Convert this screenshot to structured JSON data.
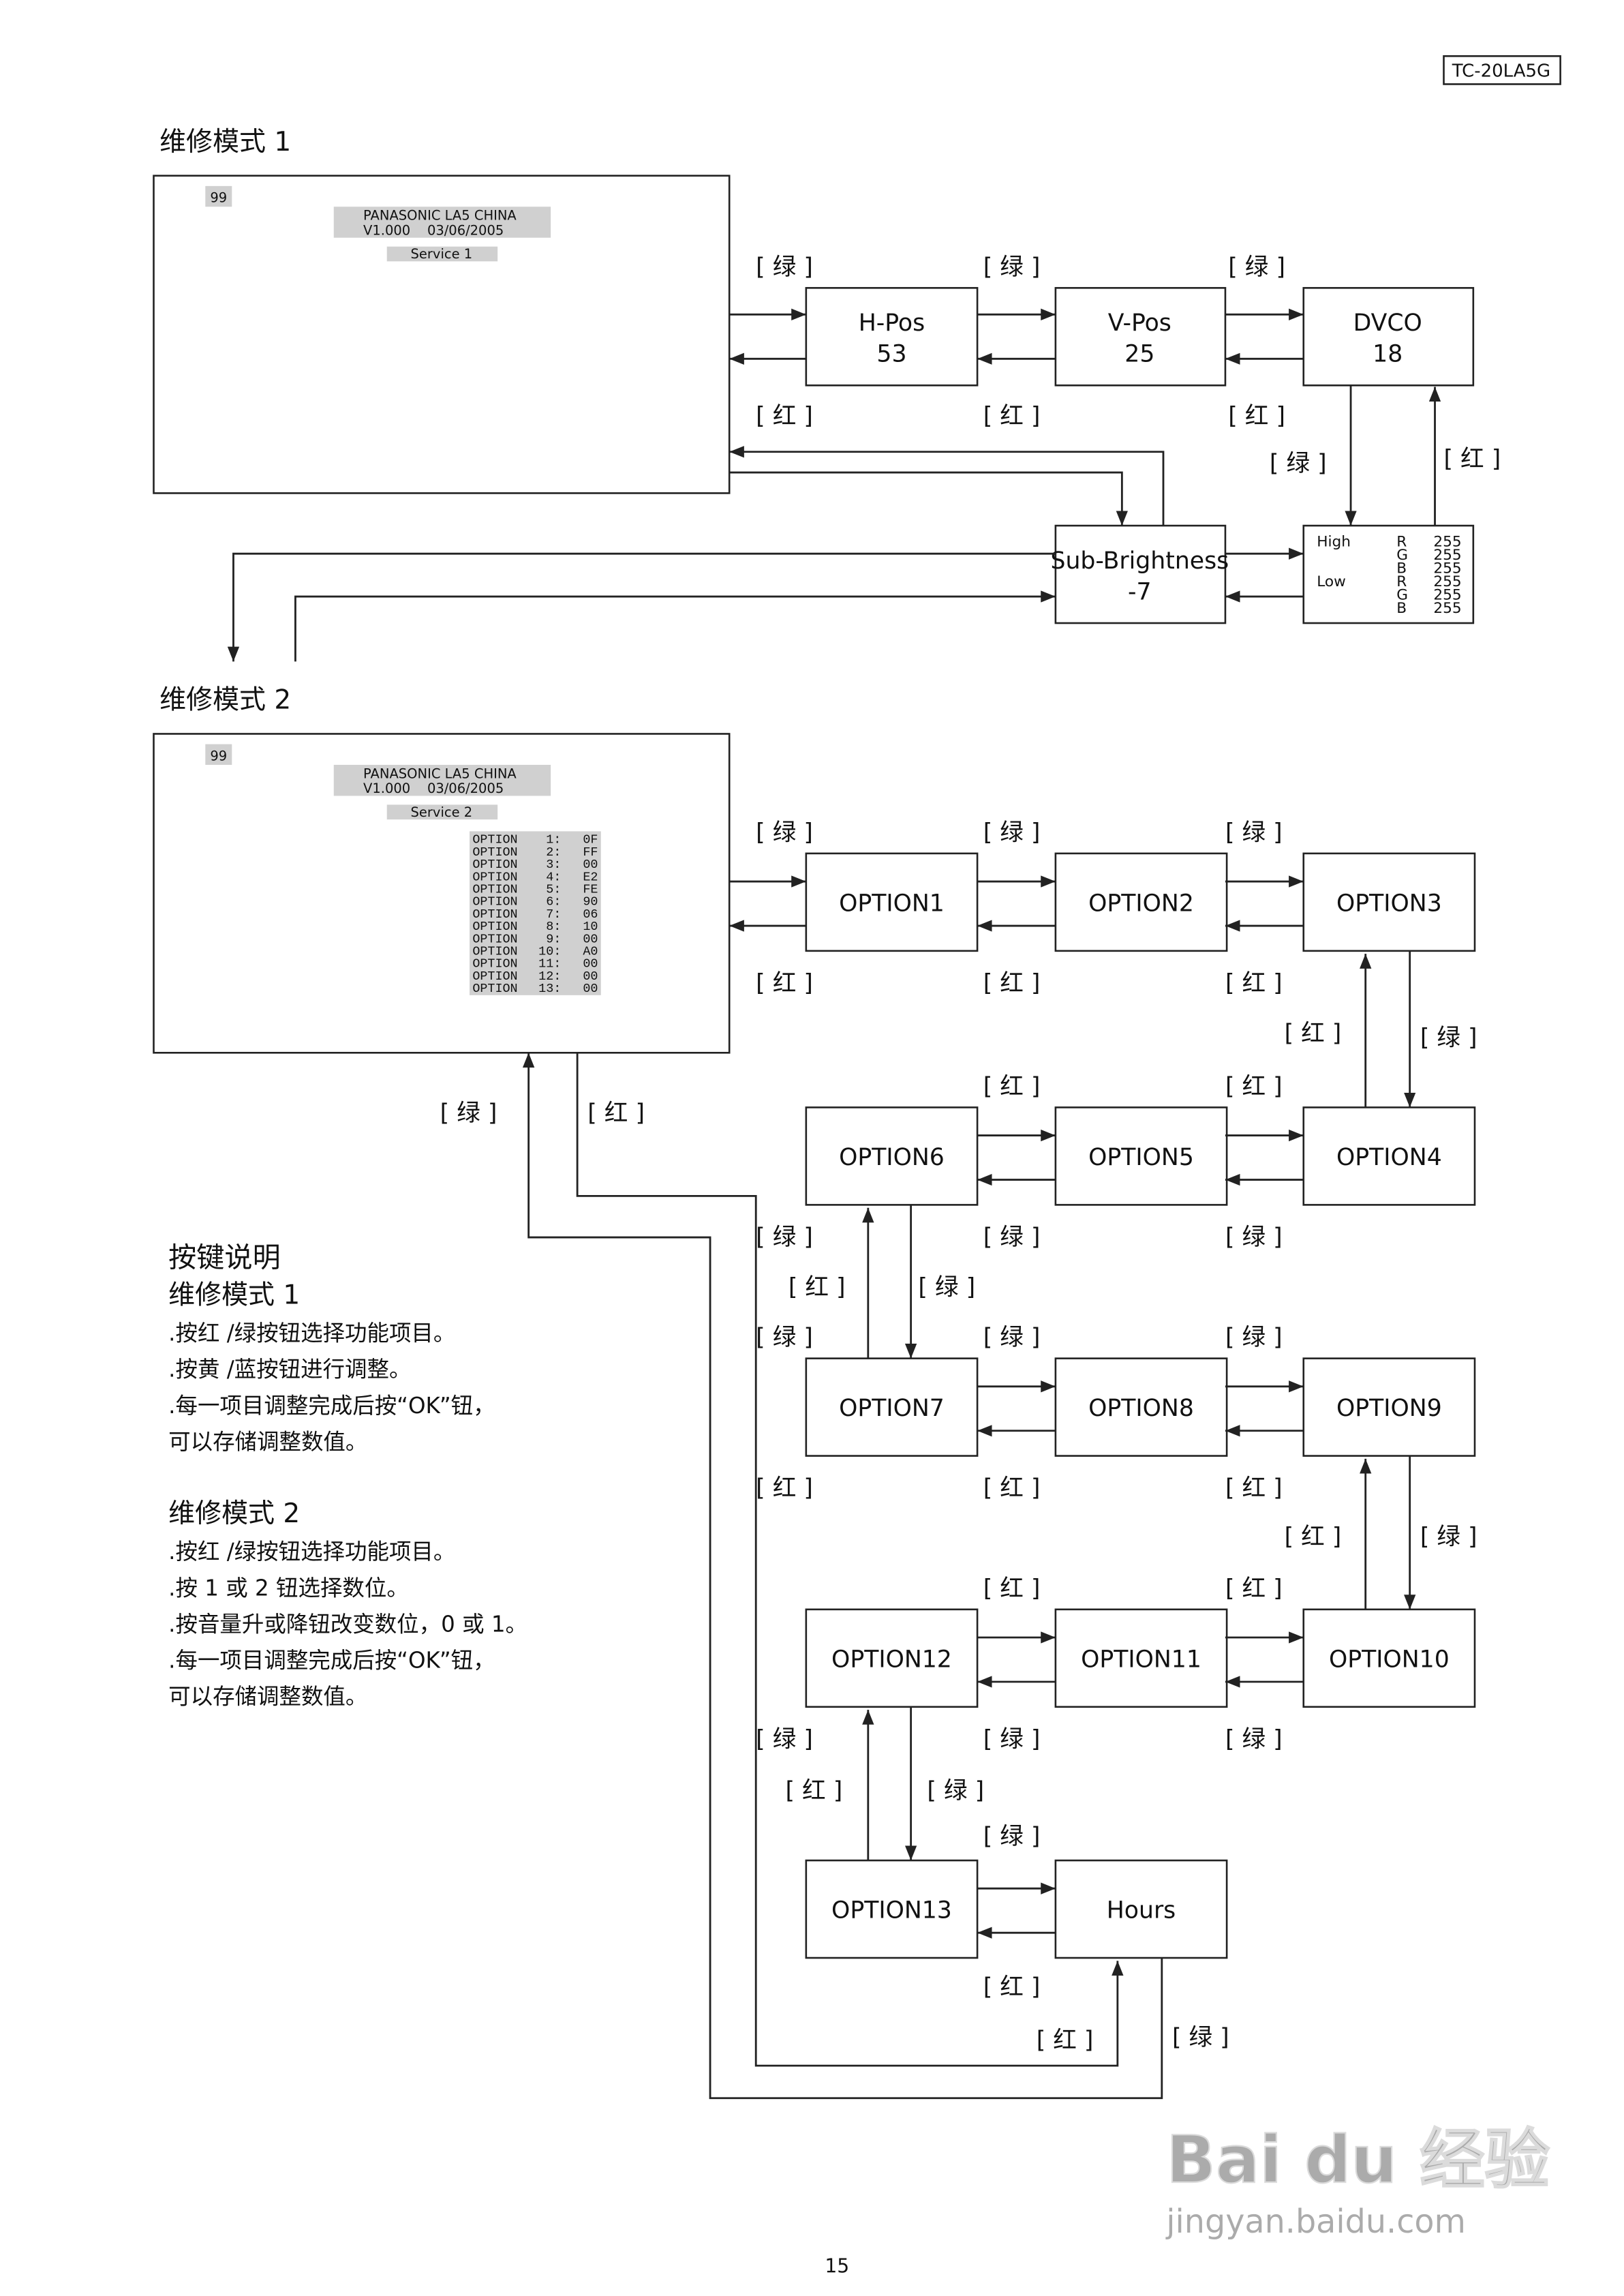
{
  "header": {
    "model": "TC-20LA5G"
  },
  "labels": {
    "green": "[ 绿 ]",
    "red": "[ 红 ]"
  },
  "mode1": {
    "title": "维修模式 1",
    "screen": {
      "channel": "99",
      "line1": "PANASONIC LA5 CHINA",
      "line2": "V1.000    03/06/2005",
      "service": "Service 1"
    },
    "hpos": {
      "name": "H-Pos",
      "value": "53"
    },
    "vpos": {
      "name": "V-Pos",
      "value": "25"
    },
    "dvco": {
      "name": "DVCO",
      "value": "18"
    },
    "sub_brightness": {
      "name": "Sub-Brightness",
      "value": "-7"
    },
    "rgb": {
      "high": "High",
      "low": "Low",
      "rows": [
        {
          "c": "R",
          "v": "255"
        },
        {
          "c": "G",
          "v": "255"
        },
        {
          "c": "B",
          "v": "255"
        },
        {
          "c": "R",
          "v": "255"
        },
        {
          "c": "G",
          "v": "255"
        },
        {
          "c": "B",
          "v": "255"
        }
      ]
    }
  },
  "mode2": {
    "title": "维修模式 2",
    "screen": {
      "channel": "99",
      "line1": "PANASONIC LA5 CHINA",
      "line2": "V1.000    03/06/2005",
      "service": "Service 2",
      "options": [
        {
          "label": "OPTION",
          "n": "1:",
          "v": "0F"
        },
        {
          "label": "OPTION",
          "n": "2:",
          "v": "FF"
        },
        {
          "label": "OPTION",
          "n": "3:",
          "v": "00"
        },
        {
          "label": "OPTION",
          "n": "4:",
          "v": "E2"
        },
        {
          "label": "OPTION",
          "n": "5:",
          "v": "FE"
        },
        {
          "label": "OPTION",
          "n": "6:",
          "v": "90"
        },
        {
          "label": "OPTION",
          "n": "7:",
          "v": "06"
        },
        {
          "label": "OPTION",
          "n": "8:",
          "v": "10"
        },
        {
          "label": "OPTION",
          "n": "9:",
          "v": "00"
        },
        {
          "label": "OPTION",
          "n": "10:",
          "v": "A0"
        },
        {
          "label": "OPTION",
          "n": "11:",
          "v": "00"
        },
        {
          "label": "OPTION",
          "n": "12:",
          "v": "00"
        },
        {
          "label": "OPTION",
          "n": "13:",
          "v": "00"
        }
      ]
    },
    "boxes": {
      "o1": "OPTION1",
      "o2": "OPTION2",
      "o3": "OPTION3",
      "o4": "OPTION4",
      "o5": "OPTION5",
      "o6": "OPTION6",
      "o7": "OPTION7",
      "o8": "OPTION8",
      "o9": "OPTION9",
      "o10": "OPTION10",
      "o11": "OPTION11",
      "o12": "OPTION12",
      "o13": "OPTION13",
      "hours": "Hours"
    }
  },
  "instructions": {
    "title": "按键说明",
    "mode1_title": "维修模式 1",
    "mode1_lines": [
      ".按红 /绿按钮选择功能项目。",
      ".按黄 /蓝按钮进行调整。",
      ".每一项目调整完成后按“OK”钮，",
      "  可以存储调整数值。"
    ],
    "mode2_title": "维修模式 2",
    "mode2_lines": [
      ".按红 /绿按钮选择功能项目。",
      ".按 1 或 2 钮选择数位。",
      ".按音量升或降钮改变数位，0 或 1。",
      ".每一项目调整完成后按“OK”钮，",
      "  可以存储调整数值。"
    ]
  },
  "page_number": "15",
  "watermark": {
    "logo": "Bai du 经验",
    "url": "jingyan.baidu.com"
  }
}
